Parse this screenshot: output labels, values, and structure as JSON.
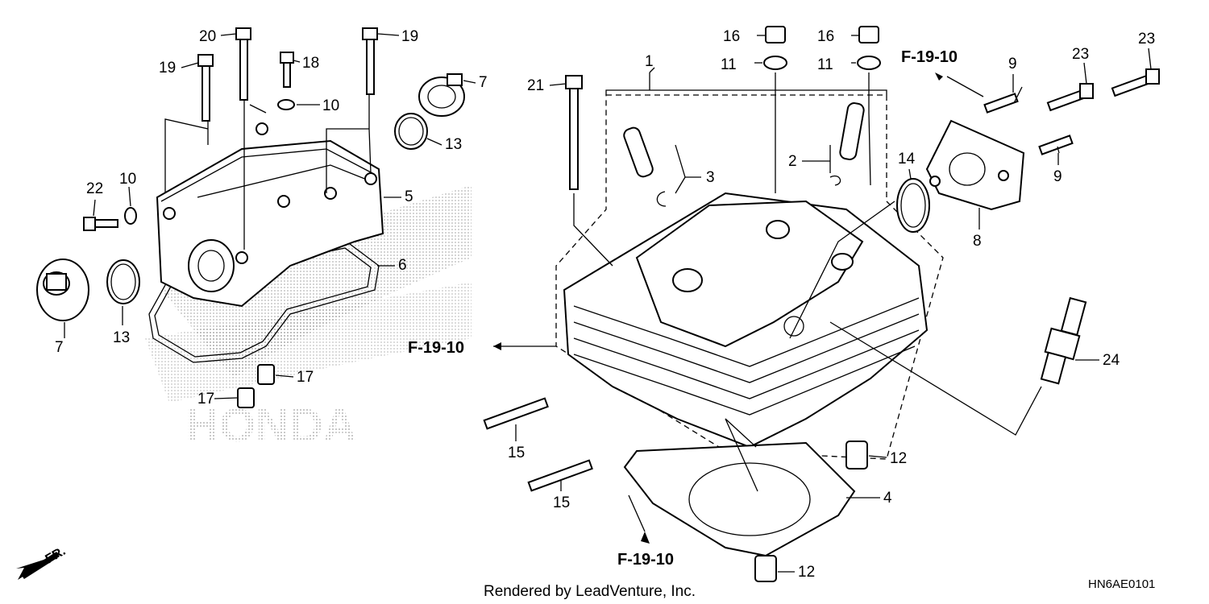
{
  "diagram": {
    "watermark_text": "HONDA",
    "ref_label": "F-19-10",
    "fr_label": "FR.",
    "footer_text": "Rendered by LeadVenture, Inc.",
    "code": "HN6AE0101",
    "callouts": {
      "c1": "1",
      "c2": "2",
      "c3": "3",
      "c4": "4",
      "c5": "5",
      "c6": "6",
      "c7a": "7",
      "c7b": "7",
      "c8": "8",
      "c9a": "9",
      "c9b": "9",
      "c10a": "10",
      "c10b": "10",
      "c11a": "11",
      "c11b": "11",
      "c12a": "12",
      "c12b": "12",
      "c13a": "13",
      "c13b": "13",
      "c14": "14",
      "c15a": "15",
      "c15b": "15",
      "c16a": "16",
      "c16b": "16",
      "c17a": "17",
      "c17b": "17",
      "c18": "18",
      "c19a": "19",
      "c19b": "19",
      "c20": "20",
      "c21": "21",
      "c22": "22",
      "c23a": "23",
      "c23b": "23",
      "c24": "24"
    }
  }
}
